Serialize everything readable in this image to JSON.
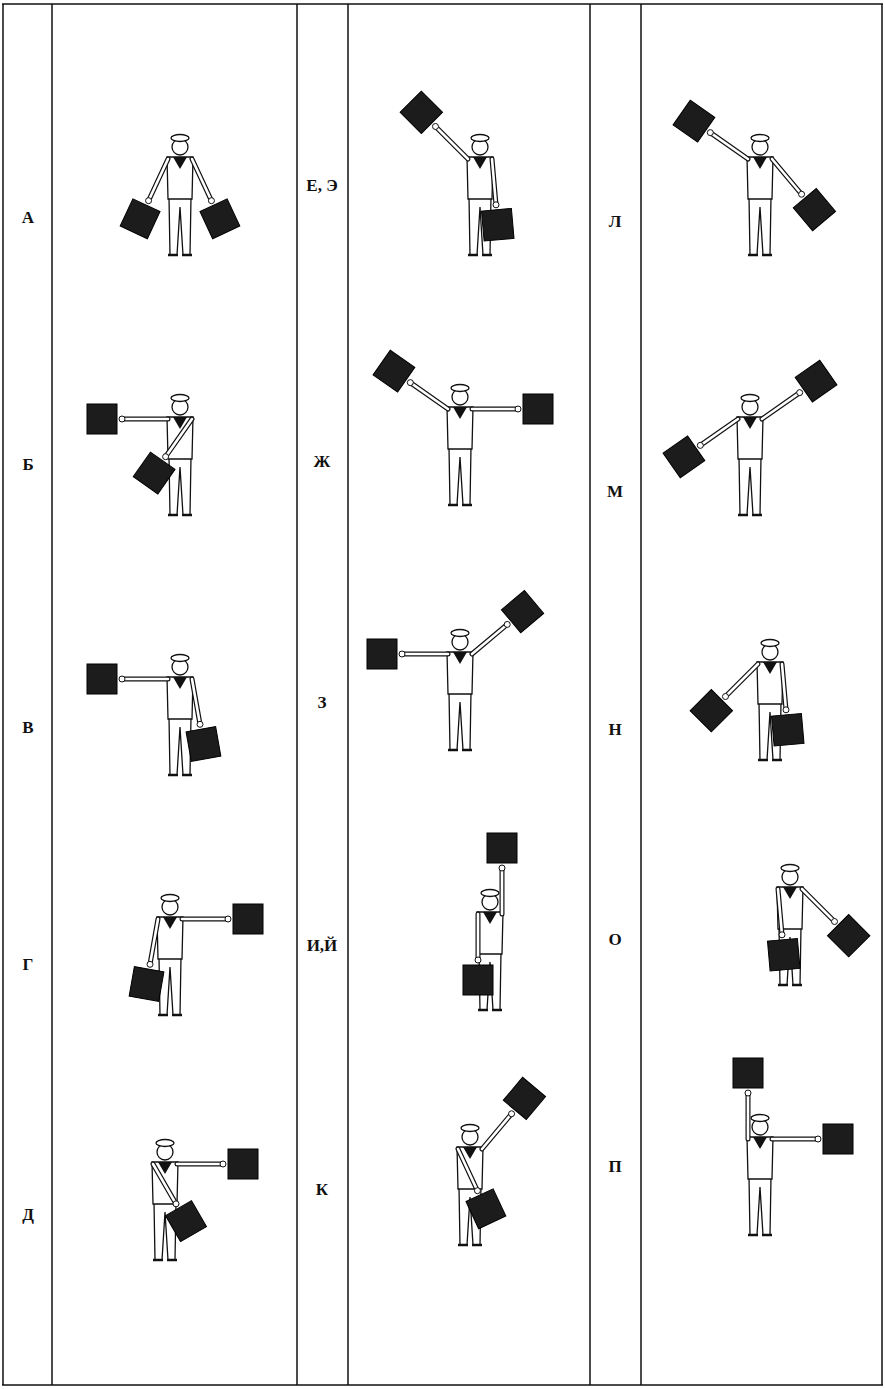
{
  "diagram": {
    "labels": [
      "А",
      "Б",
      "В",
      "Г",
      "Д",
      "Е, Э",
      "Ж",
      "З",
      "И,Й",
      "К",
      "Л",
      "М",
      "Н",
      "О",
      "П"
    ]
  }
}
